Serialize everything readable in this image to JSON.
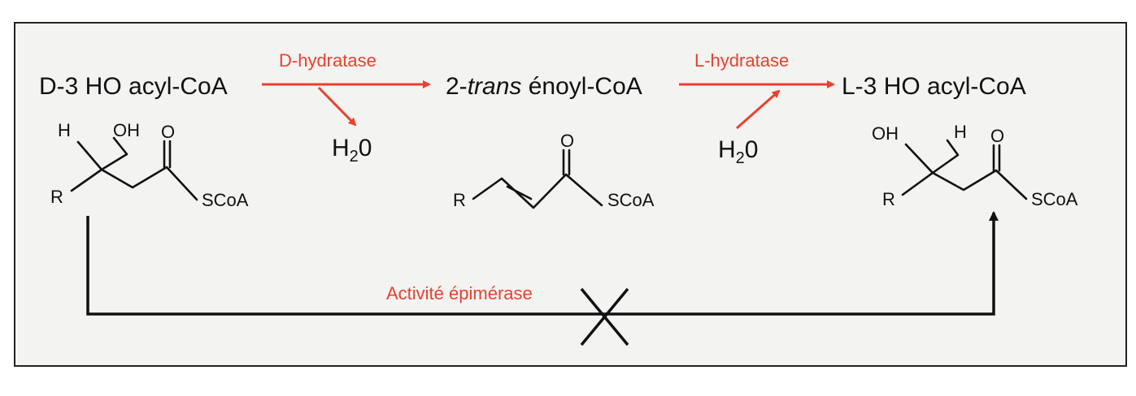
{
  "colors": {
    "enzyme": "#e8412f",
    "frame": "#222222",
    "panel": "#f3f3f2",
    "ink": "#111111"
  },
  "compounds": {
    "left": {
      "name": "D-3 HO acyl-CoA",
      "atoms": {
        "h": "H",
        "oh": "OH",
        "o": "O",
        "r": "R",
        "scoa": "SCoA"
      }
    },
    "middle": {
      "name_prefix": "2-",
      "name_italic": "trans",
      "name_suffix": " énoyl-CoA",
      "atoms": {
        "r": "R",
        "o": "O",
        "scoa": "SCoA"
      }
    },
    "right": {
      "name": "L-3 HO acyl-CoA",
      "atoms": {
        "oh": "OH",
        "h": "H",
        "o": "O",
        "r": "R",
        "scoa": "SCoA"
      }
    }
  },
  "enzymes": {
    "d_hydratase": "D-hydratase",
    "l_hydratase": "L-hydratase",
    "epimerase": "Activité épimérase"
  },
  "water": {
    "left": {
      "main": "H",
      "sub": "2",
      "tail": "0"
    },
    "right": {
      "main": "H",
      "sub": "2",
      "tail": "0"
    }
  }
}
